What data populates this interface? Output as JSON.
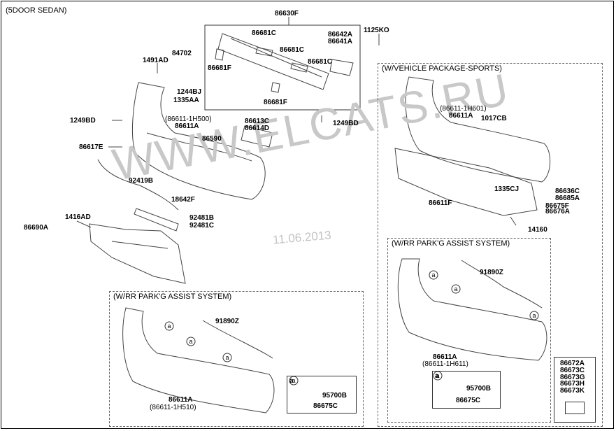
{
  "header": {
    "title": "(5DOOR SEDAN)"
  },
  "watermark": {
    "site": "WWW.ELCATS.RU",
    "date": "11.06.2013"
  },
  "groups": {
    "sports": "(W/VEHICLE PACKAGE-SPORTS)",
    "park_left": "(W/RR PARK'G ASSIST SYSTEM)",
    "park_right": "(W/RR PARK'G ASSIST SYSTEM)"
  },
  "labels": {
    "p86630F": "86630F",
    "p1125KO": "1125KO",
    "p86681C_1": "86681C",
    "p86681C_2": "86681C",
    "p86681C_3": "86681C",
    "p86642A": "86642A",
    "p86641A": "86641A",
    "p86681F_1": "86681F",
    "p86681F_2": "86681F",
    "p84702": "84702",
    "p1491AD": "1491AD",
    "p1244BJ": "1244BJ",
    "p1335AA": "1335AA",
    "p1249BD_1": "1249BD",
    "p1249BD_2": "1249BD",
    "p86611H500": "(86611-1H500)",
    "p86611A_1": "86611A",
    "p86613C": "86613C",
    "p86614D": "86614D",
    "p86590": "86590",
    "p86617E": "86617E",
    "p92419B": "92419B",
    "p18642F": "18642F",
    "p92481B": "92481B",
    "p92481C": "92481C",
    "p1416AD": "1416AD",
    "p86690A": "86690A",
    "p86611H601": "(86611-1H601)",
    "p86611A_2": "86611A",
    "p1017CB": "1017CB",
    "p1335CJ": "1335CJ",
    "p86611F": "86611F",
    "p86636C": "86636C",
    "p86685A": "86685A",
    "p86675F": "86675F",
    "p86676A": "86676A",
    "p14160": "14160",
    "p91890Z_1": "91890Z",
    "p91890Z_2": "91890Z",
    "p86611A_3": "86611A",
    "p86611H510": "(86611-1H510)",
    "p86611A_4": "86611A",
    "p86611H611": "(86611-1H611)",
    "p95700B_1": "95700B",
    "p86675C_1": "86675C",
    "p95700B_2": "95700B",
    "p86675C_2": "86675C",
    "p86672A": "86672A",
    "p86673C": "86673C",
    "p86673G": "86673G",
    "p86673H": "86673H",
    "p86673K": "86673K"
  },
  "callout_key": "a"
}
